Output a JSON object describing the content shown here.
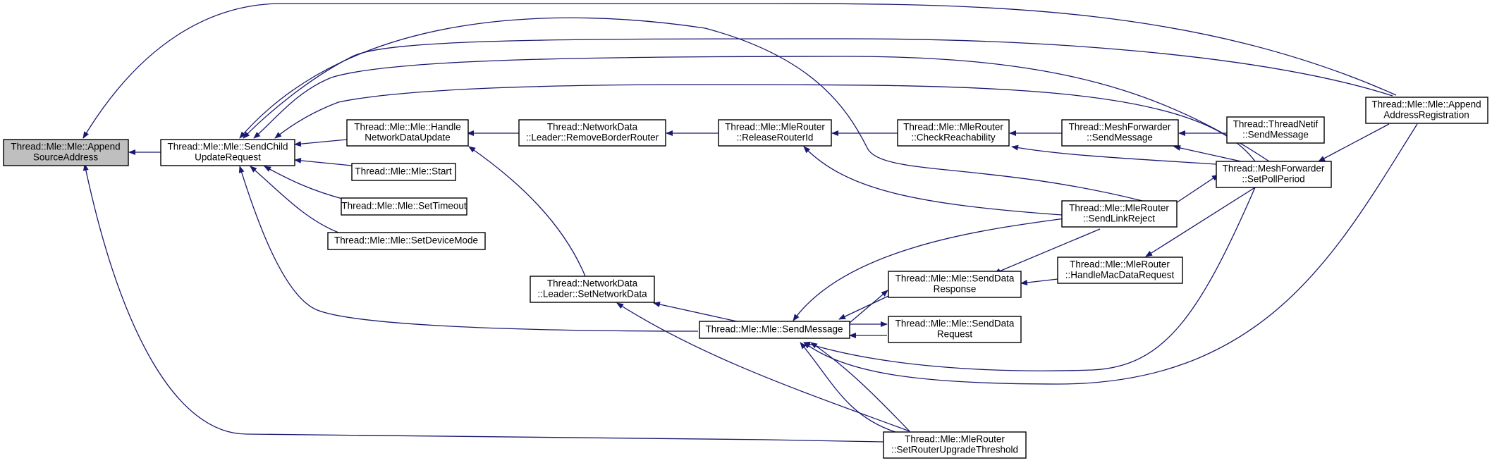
{
  "colors": {
    "edge": "#191970",
    "root_fill": "#bfbfbf",
    "node_fill": "#ffffff",
    "border": "#000000"
  },
  "nodes": [
    {
      "id": "appendSource",
      "lines": [
        "Thread::Mle::Mle::Append",
        "SourceAddress"
      ],
      "root": true
    },
    {
      "id": "sendChild",
      "lines": [
        "Thread::Mle::Mle::SendChild",
        "UpdateRequest"
      ]
    },
    {
      "id": "handleND",
      "lines": [
        "Thread::Mle::Mle::Handle",
        "NetworkDataUpdate"
      ]
    },
    {
      "id": "start",
      "lines": [
        "Thread::Mle::Mle::Start"
      ]
    },
    {
      "id": "setTimeout",
      "lines": [
        "Thread::Mle::Mle::SetTimeout"
      ]
    },
    {
      "id": "setDeviceMode",
      "lines": [
        "Thread::Mle::Mle::SetDeviceMode"
      ]
    },
    {
      "id": "removeBR",
      "lines": [
        "Thread::NetworkData",
        "::Leader::RemoveBorderRouter"
      ]
    },
    {
      "id": "setND",
      "lines": [
        "Thread::NetworkData",
        "::Leader::SetNetworkData"
      ]
    },
    {
      "id": "releaseRI",
      "lines": [
        "Thread::Mle::MleRouter",
        "::ReleaseRouterId"
      ]
    },
    {
      "id": "sendMessage",
      "lines": [
        "Thread::Mle::Mle::SendMessage"
      ]
    },
    {
      "id": "checkReach",
      "lines": [
        "Thread::Mle::MleRouter",
        "::CheckReachability"
      ]
    },
    {
      "id": "sendDataResp",
      "lines": [
        "Thread::Mle::Mle::SendData",
        "Response"
      ]
    },
    {
      "id": "sendDataReq",
      "lines": [
        "Thread::Mle::Mle::SendData",
        "Request"
      ]
    },
    {
      "id": "setRUT",
      "lines": [
        "Thread::Mle::MleRouter",
        "::SetRouterUpgradeThreshold"
      ]
    },
    {
      "id": "meshSend",
      "lines": [
        "Thread::MeshForwarder",
        "::SendMessage"
      ]
    },
    {
      "id": "sendLinkReject",
      "lines": [
        "Thread::Mle::MleRouter",
        "::SendLinkReject"
      ]
    },
    {
      "id": "handleMDR",
      "lines": [
        "Thread::Mle::MleRouter",
        "::HandleMacDataRequest"
      ]
    },
    {
      "id": "netifSend",
      "lines": [
        "Thread::ThreadNetif",
        "::SendMessage"
      ]
    },
    {
      "id": "setPoll",
      "lines": [
        "Thread::MeshForwarder",
        "::SetPollPeriod"
      ]
    },
    {
      "id": "appendAddrReg",
      "lines": [
        "Thread::Mle::Mle::Append",
        "AddressRegistration"
      ]
    }
  ]
}
